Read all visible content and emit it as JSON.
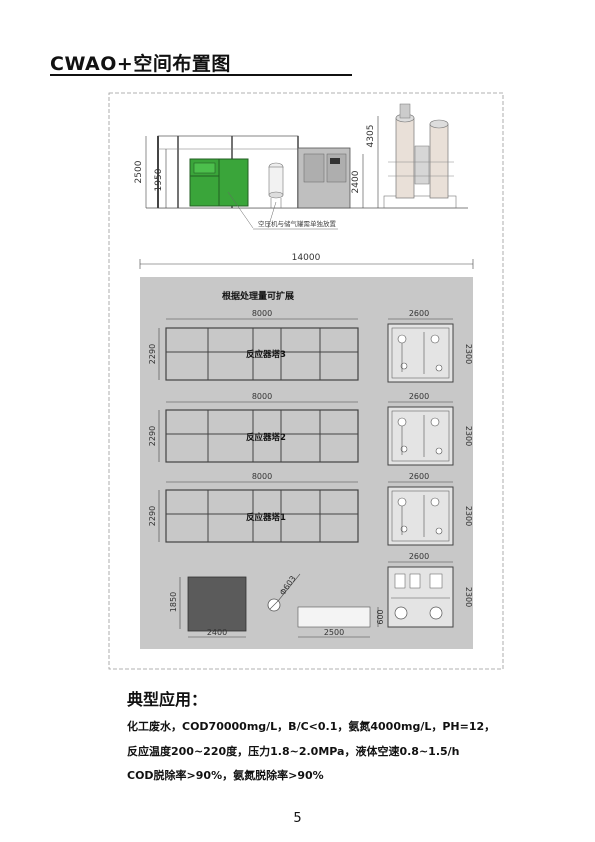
{
  "title": "CWAO+空间布置图",
  "drawing": {
    "elevation": {
      "dims": {
        "d2500": "2500",
        "d1950": "1950",
        "d2400": "2400",
        "d4305": "4305"
      },
      "note": "空压机与储气罐需单独放置"
    },
    "plan": {
      "overall_width": "14000",
      "expand_note": "根据处理量可扩展",
      "reactors": [
        {
          "label": "反应器塔3",
          "length": "8000",
          "height": "2290",
          "skid_width": "2600",
          "skid_height": "2300"
        },
        {
          "label": "反应器塔2",
          "length": "8000",
          "height": "2290",
          "skid_width": "2600",
          "skid_height": "2300"
        },
        {
          "label": "反应器塔1",
          "length": "8000",
          "height": "2290",
          "skid_width": "2600",
          "skid_height": "2300"
        }
      ],
      "bottom": {
        "box_height": "1850",
        "box_width": "2400",
        "tank_diameter": "Φ603",
        "pad_height": "600",
        "pad_width": "2500",
        "skid_width": "2600",
        "skid_height": "2300"
      }
    }
  },
  "applications": {
    "heading": "典型应用：",
    "line1": "化工废水，COD70000mg/L，B/C<0.1，氨氮4000mg/L，PH=12，",
    "line2": "反应温度200~220度，压力1.8~2.0MPa，液体空速0.8~1.5/h",
    "line3": "COD脱除率>90%，氨氮脱除率>90%"
  },
  "page_number": "5",
  "colors": {
    "green": "#3aa53a",
    "plan_gray": "#c8c8c8",
    "dark_box": "#5b5b5b"
  }
}
